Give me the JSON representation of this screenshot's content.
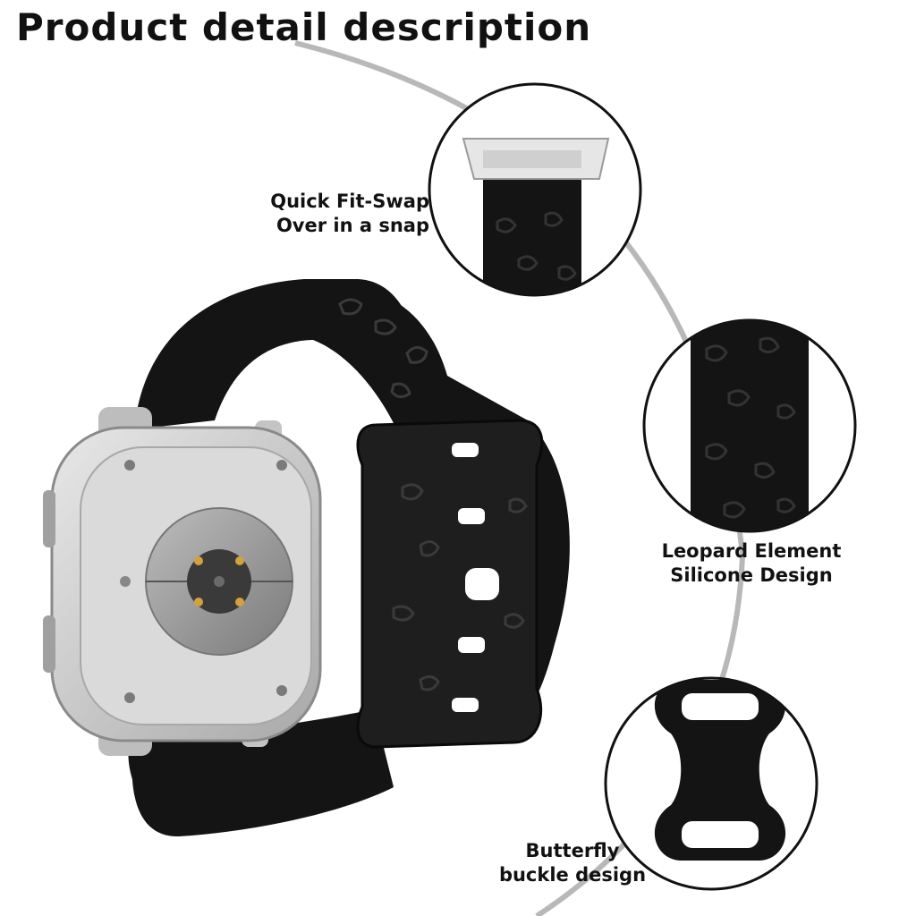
{
  "title": "Product detail description",
  "features": [
    {
      "lines": [
        "Quick Fit-Swap",
        "Over in a snap"
      ],
      "icon": "quick-fit-connector"
    },
    {
      "lines": [
        "Leopard Element",
        "Silicone Design"
      ],
      "icon": "leopard-pattern-strap"
    },
    {
      "lines": [
        "Butterfly",
        "buckle design"
      ],
      "icon": "butterfly-buckle"
    }
  ],
  "colors": {
    "band": "#141414",
    "band_pattern": "#2c2c2c",
    "watch_case": "#c9c9c9",
    "sensor": "#8f8f8f",
    "guide_line": "#b8b8b8",
    "text": "#111111"
  }
}
